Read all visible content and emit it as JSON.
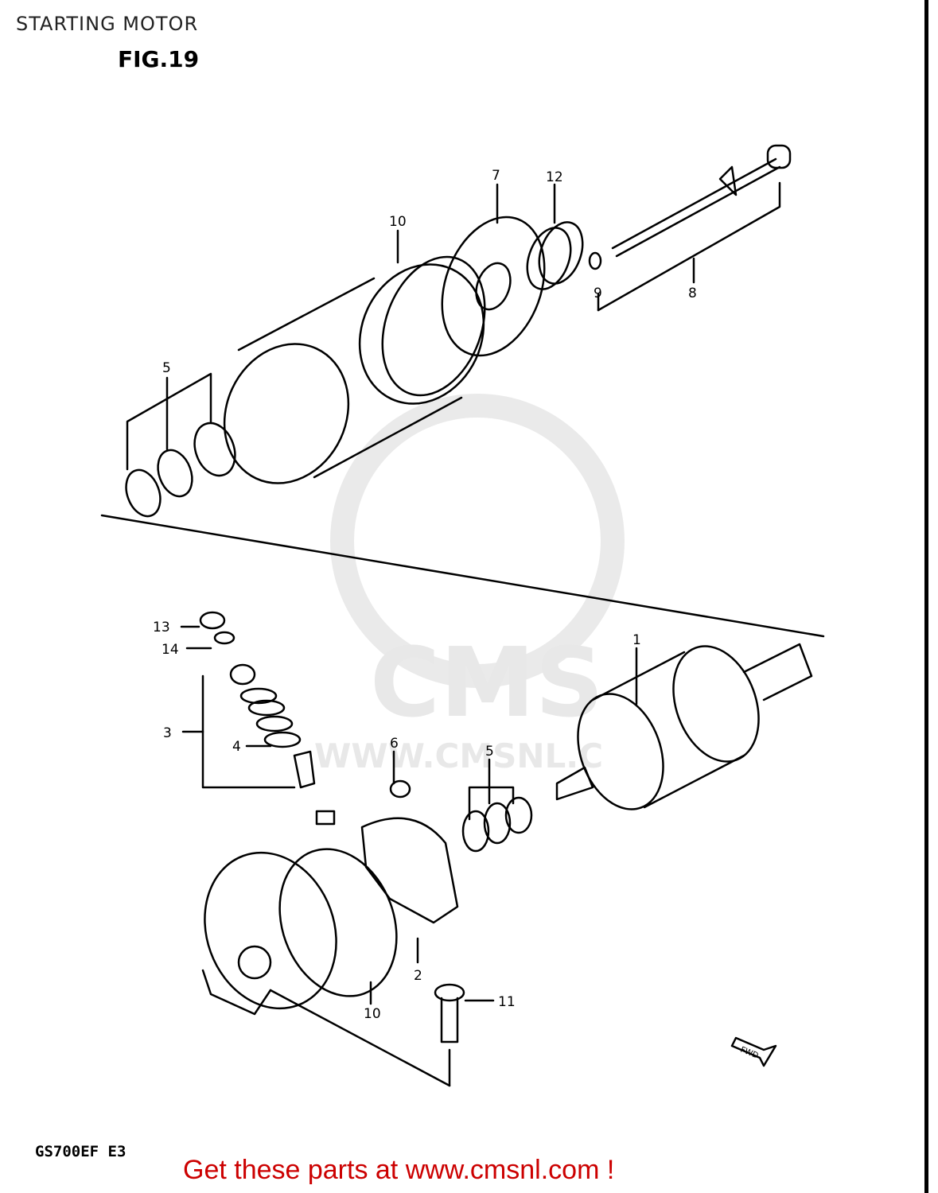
{
  "header": {
    "title": "STARTING MOTOR",
    "figure": "FIG.19"
  },
  "watermark": {
    "brand": "CMS",
    "url": "WWW.CMSNL.C"
  },
  "callouts": [
    {
      "id": "c7",
      "text": "7"
    },
    {
      "id": "c12",
      "text": "12"
    },
    {
      "id": "c10a",
      "text": "10"
    },
    {
      "id": "c9",
      "text": "9"
    },
    {
      "id": "c8",
      "text": "8"
    },
    {
      "id": "c5a",
      "text": "5"
    },
    {
      "id": "c13",
      "text": "13"
    },
    {
      "id": "c14",
      "text": "14"
    },
    {
      "id": "c1",
      "text": "1"
    },
    {
      "id": "c3",
      "text": "3"
    },
    {
      "id": "c4",
      "text": "4"
    },
    {
      "id": "c6",
      "text": "6"
    },
    {
      "id": "c5b",
      "text": "5"
    },
    {
      "id": "c2",
      "text": "2"
    },
    {
      "id": "c11",
      "text": "11"
    },
    {
      "id": "c10b",
      "text": "10"
    }
  ],
  "footer": {
    "model": "GS700EF  E3",
    "cta": "Get these parts at www.cmsnl.com !",
    "fwd": "FWD"
  }
}
